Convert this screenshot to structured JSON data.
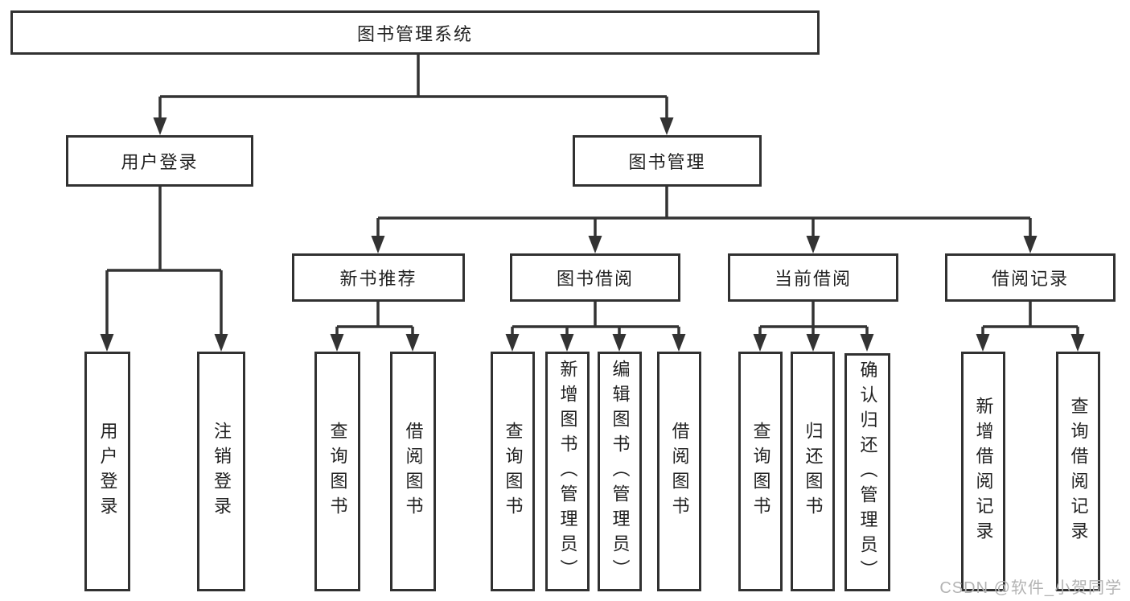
{
  "tree": {
    "root": {
      "label": "图书管理系统"
    },
    "branches": [
      {
        "label": "用户登录",
        "children": [
          {
            "label": "用户登录"
          },
          {
            "label": "注销登录"
          }
        ]
      },
      {
        "label": "图书管理",
        "children": [
          {
            "label": "新书推荐",
            "children": [
              {
                "label": "查询图书"
              },
              {
                "label": "借阅图书"
              }
            ]
          },
          {
            "label": "图书借阅",
            "children": [
              {
                "label": "查询图书"
              },
              {
                "label": "新增图书（管理员）"
              },
              {
                "label": "编辑图书（管理员）"
              },
              {
                "label": "借阅图书"
              }
            ]
          },
          {
            "label": "当前借阅",
            "children": [
              {
                "label": "查询图书"
              },
              {
                "label": "归还图书"
              },
              {
                "label": "确认归还（管理员）"
              }
            ]
          },
          {
            "label": "借阅记录",
            "children": [
              {
                "label": "新增借阅记录"
              },
              {
                "label": "查询借阅记录"
              }
            ]
          }
        ]
      }
    ]
  },
  "watermark": {
    "text": "CSDN @软件_小贺同学"
  },
  "colors": {
    "line": "#333333",
    "border": "#313131",
    "text": "#222222",
    "watermark": "#b3b3b3",
    "background": "#ffffff"
  }
}
